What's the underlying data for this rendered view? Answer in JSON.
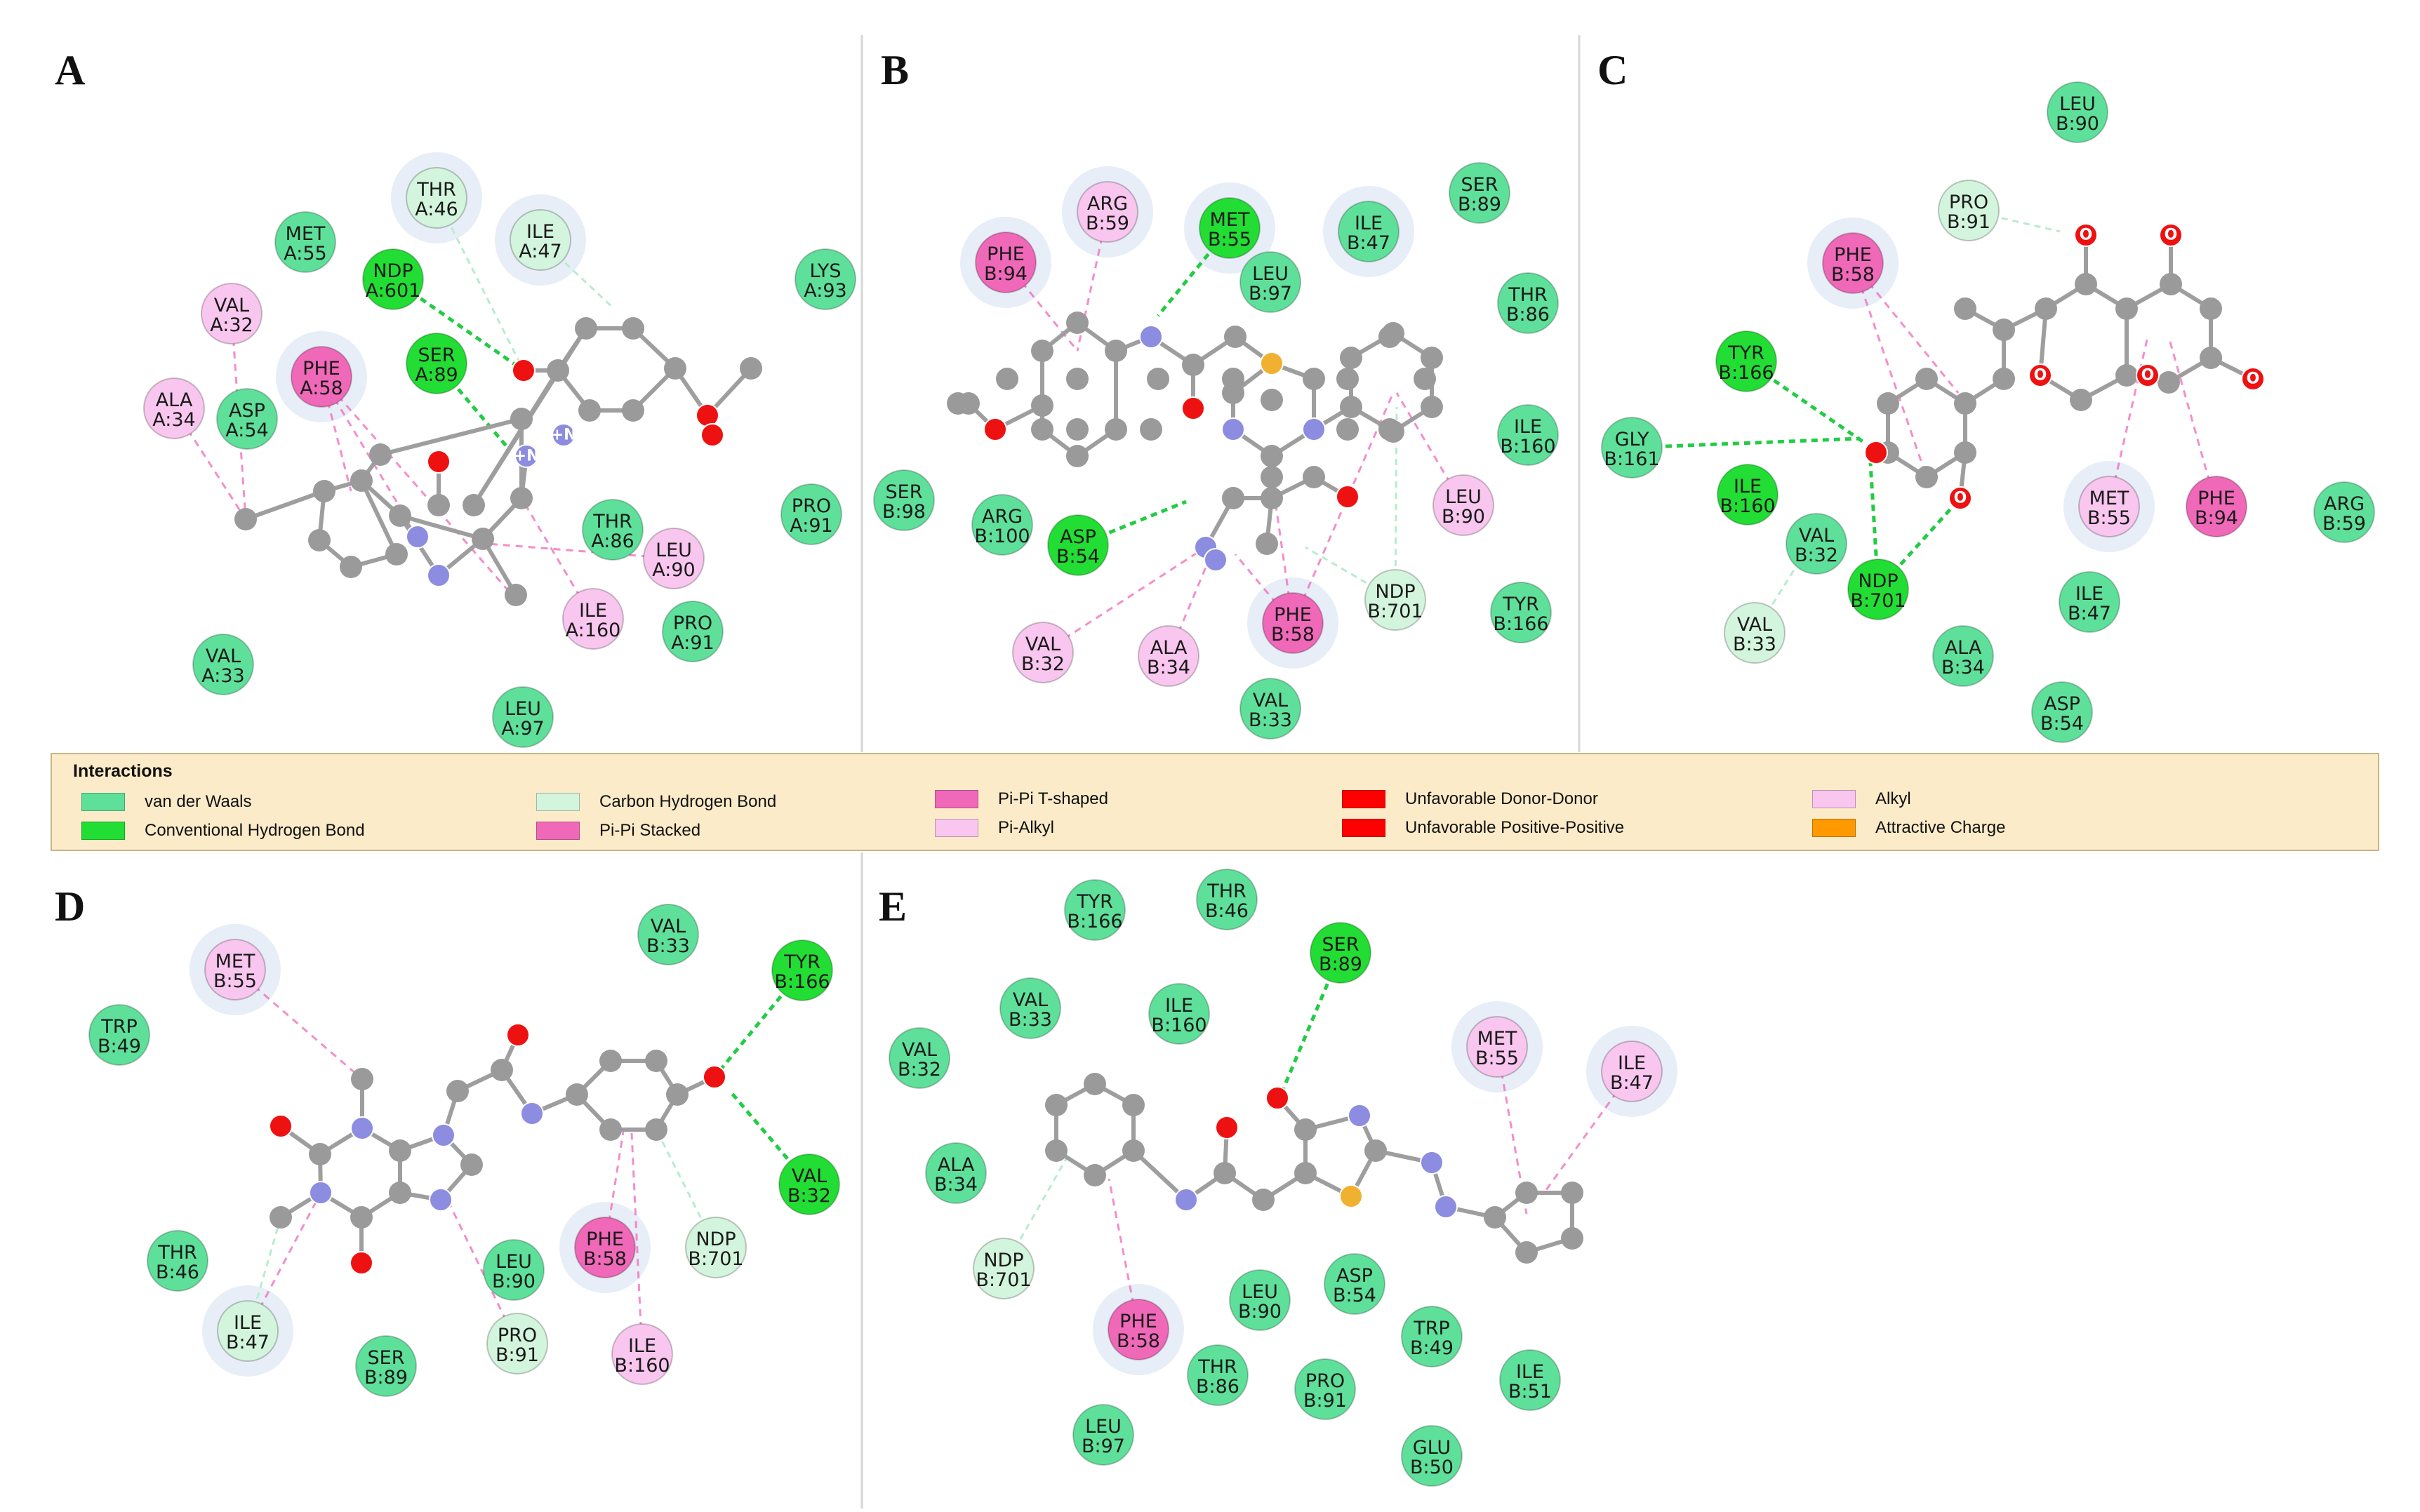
{
  "panels": [
    {
      "label": "A",
      "residues": [
        {
          "name": "THR",
          "id": "A:46",
          "type": "carbon_h"
        },
        {
          "name": "ILE",
          "id": "A:47",
          "type": "carbon_h"
        },
        {
          "name": "MET",
          "id": "A:55",
          "type": "vdw"
        },
        {
          "name": "NDP",
          "id": "A:601",
          "type": "conv_h"
        },
        {
          "name": "LYS",
          "id": "A:93",
          "type": "vdw"
        },
        {
          "name": "VAL",
          "id": "A:32",
          "type": "alkyl"
        },
        {
          "name": "SER",
          "id": "A:89",
          "type": "conv_h"
        },
        {
          "name": "PHE",
          "id": "A:58",
          "type": "pi_t"
        },
        {
          "name": "ALA",
          "id": "A:34",
          "type": "alkyl"
        },
        {
          "name": "ASP",
          "id": "A:54",
          "type": "vdw"
        },
        {
          "name": "PRO",
          "id": "A:91",
          "type": "vdw"
        },
        {
          "name": "THR",
          "id": "A:86",
          "type": "vdw"
        },
        {
          "name": "LEU",
          "id": "A:90",
          "type": "alkyl"
        },
        {
          "name": "ILE",
          "id": "A:160",
          "type": "alkyl"
        },
        {
          "name": "PRO",
          "id": "A:91",
          "type": "vdw"
        },
        {
          "name": "VAL",
          "id": "A:33",
          "type": "vdw"
        },
        {
          "name": "LEU",
          "id": "A:97",
          "type": "vdw"
        }
      ],
      "atoms": [
        {
          "element": "O",
          "text": ""
        },
        {
          "element": "N",
          "text": "+N"
        },
        {
          "element": "N",
          "text": "+N"
        },
        {
          "element": "O",
          "text": ""
        },
        {
          "element": "O",
          "text": ""
        },
        {
          "element": "N",
          "text": ""
        },
        {
          "element": "O",
          "text": ""
        },
        {
          "element": "N",
          "text": ""
        },
        {
          "element": "N",
          "text": ""
        }
      ]
    },
    {
      "label": "B",
      "residues": [
        {
          "name": "ARG",
          "id": "B:59",
          "type": "alkyl"
        },
        {
          "name": "MET",
          "id": "B:55",
          "type": "conv_h"
        },
        {
          "name": "PHE",
          "id": "B:94",
          "type": "pi_t"
        },
        {
          "name": "ILE",
          "id": "B:47",
          "type": "vdw"
        },
        {
          "name": "SER",
          "id": "B:89",
          "type": "vdw"
        },
        {
          "name": "LEU",
          "id": "B:97",
          "type": "vdw"
        },
        {
          "name": "THR",
          "id": "B:86",
          "type": "vdw"
        },
        {
          "name": "ILE",
          "id": "B:160",
          "type": "vdw"
        },
        {
          "name": "SER",
          "id": "B:98",
          "type": "vdw"
        },
        {
          "name": "ARG",
          "id": "B:100",
          "type": "vdw"
        },
        {
          "name": "ASP",
          "id": "B:54",
          "type": "conv_h"
        },
        {
          "name": "LEU",
          "id": "B:90",
          "type": "alkyl"
        },
        {
          "name": "NDP",
          "id": "B:701",
          "type": "carbon_h"
        },
        {
          "name": "TYR",
          "id": "B:166",
          "type": "vdw"
        },
        {
          "name": "VAL",
          "id": "B:32",
          "type": "alkyl"
        },
        {
          "name": "ALA",
          "id": "B:34",
          "type": "alkyl"
        },
        {
          "name": "PHE",
          "id": "B:58",
          "type": "pi_t"
        },
        {
          "name": "VAL",
          "id": "B:33",
          "type": "vdw"
        }
      ],
      "atoms": [
        {
          "element": "N",
          "text": ""
        },
        {
          "element": "S",
          "text": ""
        },
        {
          "element": "O",
          "text": ""
        },
        {
          "element": "O",
          "text": ""
        },
        {
          "element": "N",
          "text": ""
        },
        {
          "element": "N",
          "text": ""
        },
        {
          "element": "N",
          "text": ""
        },
        {
          "element": "N",
          "text": ""
        },
        {
          "element": "O",
          "text": ""
        }
      ]
    },
    {
      "label": "C",
      "residues": [
        {
          "name": "LEU",
          "id": "B:90",
          "type": "vdw"
        },
        {
          "name": "PRO",
          "id": "B:91",
          "type": "carbon_h"
        },
        {
          "name": "PHE",
          "id": "B:58",
          "type": "pi_t"
        },
        {
          "name": "TYR",
          "id": "B:166",
          "type": "conv_h"
        },
        {
          "name": "GLY",
          "id": "B:161",
          "type": "vdw"
        },
        {
          "name": "ILE",
          "id": "B:160",
          "type": "conv_h"
        },
        {
          "name": "VAL",
          "id": "B:32",
          "type": "vdw"
        },
        {
          "name": "NDP",
          "id": "B:701",
          "type": "conv_h"
        },
        {
          "name": "VAL",
          "id": "B:33",
          "type": "carbon_h"
        },
        {
          "name": "MET",
          "id": "B:55",
          "type": "alkyl"
        },
        {
          "name": "PHE",
          "id": "B:94",
          "type": "pi_t"
        },
        {
          "name": "ARG",
          "id": "B:59",
          "type": "vdw"
        },
        {
          "name": "ILE",
          "id": "B:47",
          "type": "vdw"
        },
        {
          "name": "ALA",
          "id": "B:34",
          "type": "vdw"
        },
        {
          "name": "ASP",
          "id": "B:54",
          "type": "vdw"
        }
      ],
      "atoms": [
        {
          "element": "O",
          "text": "O"
        },
        {
          "element": "O",
          "text": "O"
        },
        {
          "element": "O",
          "text": ""
        },
        {
          "element": "O",
          "text": "O"
        },
        {
          "element": "O",
          "text": "O"
        },
        {
          "element": "O",
          "text": "O"
        },
        {
          "element": "O",
          "text": "O"
        }
      ]
    },
    {
      "label": "D",
      "residues": [
        {
          "name": "MET",
          "id": "B:55",
          "type": "alkyl"
        },
        {
          "name": "VAL",
          "id": "B:33",
          "type": "vdw"
        },
        {
          "name": "TYR",
          "id": "B:166",
          "type": "conv_h"
        },
        {
          "name": "TRP",
          "id": "B:49",
          "type": "vdw"
        },
        {
          "name": "VAL",
          "id": "B:32",
          "type": "conv_h"
        },
        {
          "name": "THR",
          "id": "B:46",
          "type": "vdw"
        },
        {
          "name": "LEU",
          "id": "B:90",
          "type": "vdw"
        },
        {
          "name": "PHE",
          "id": "B:58",
          "type": "pi_t"
        },
        {
          "name": "NDP",
          "id": "B:701",
          "type": "carbon_h"
        },
        {
          "name": "ILE",
          "id": "B:47",
          "type": "carbon_h"
        },
        {
          "name": "SER",
          "id": "B:89",
          "type": "vdw"
        },
        {
          "name": "PRO",
          "id": "B:91",
          "type": "carbon_h"
        },
        {
          "name": "ILE",
          "id": "B:160",
          "type": "alkyl"
        }
      ],
      "atoms": [
        {
          "element": "O",
          "text": ""
        },
        {
          "element": "O",
          "text": ""
        },
        {
          "element": "N",
          "text": ""
        },
        {
          "element": "N",
          "text": ""
        },
        {
          "element": "N",
          "text": ""
        },
        {
          "element": "O",
          "text": ""
        },
        {
          "element": "N",
          "text": ""
        },
        {
          "element": "N",
          "text": ""
        },
        {
          "element": "O",
          "text": ""
        }
      ]
    },
    {
      "label": "E",
      "residues": [
        {
          "name": "TYR",
          "id": "B:166",
          "type": "vdw"
        },
        {
          "name": "THR",
          "id": "B:46",
          "type": "vdw"
        },
        {
          "name": "SER",
          "id": "B:89",
          "type": "conv_h"
        },
        {
          "name": "VAL",
          "id": "B:33",
          "type": "vdw"
        },
        {
          "name": "ILE",
          "id": "B:160",
          "type": "vdw"
        },
        {
          "name": "VAL",
          "id": "B:32",
          "type": "vdw"
        },
        {
          "name": "MET",
          "id": "B:55",
          "type": "alkyl"
        },
        {
          "name": "ILE",
          "id": "B:47",
          "type": "alkyl"
        },
        {
          "name": "ALA",
          "id": "B:34",
          "type": "vdw"
        },
        {
          "name": "NDP",
          "id": "B:701",
          "type": "carbon_h"
        },
        {
          "name": "LEU",
          "id": "B:90",
          "type": "vdw"
        },
        {
          "name": "ASP",
          "id": "B:54",
          "type": "vdw"
        },
        {
          "name": "PHE",
          "id": "B:58",
          "type": "pi_t"
        },
        {
          "name": "TRP",
          "id": "B:49",
          "type": "vdw"
        },
        {
          "name": "THR",
          "id": "B:86",
          "type": "vdw"
        },
        {
          "name": "PRO",
          "id": "B:91",
          "type": "vdw"
        },
        {
          "name": "ILE",
          "id": "B:51",
          "type": "vdw"
        },
        {
          "name": "LEU",
          "id": "B:97",
          "type": "vdw"
        },
        {
          "name": "GLU",
          "id": "B:50",
          "type": "vdw"
        }
      ],
      "atoms": [
        {
          "element": "O",
          "text": ""
        },
        {
          "element": "O",
          "text": ""
        },
        {
          "element": "N",
          "text": ""
        },
        {
          "element": "N",
          "text": ""
        },
        {
          "element": "S",
          "text": ""
        },
        {
          "element": "N",
          "text": ""
        },
        {
          "element": "N",
          "text": ""
        }
      ]
    }
  ],
  "legend": {
    "title": "Interactions",
    "items": [
      {
        "key": "vdw",
        "label": "van der Waals",
        "color": "#5ee09a"
      },
      {
        "key": "conv_h",
        "label": "Conventional Hydrogen Bond",
        "color": "#22dd33"
      },
      {
        "key": "carbon_h",
        "label": "Carbon Hydrogen Bond",
        "color": "#d4f5dd"
      },
      {
        "key": "pi_stacked",
        "label": "Pi-Pi Stacked",
        "color": "#f068b8"
      },
      {
        "key": "pi_t",
        "label": "Pi-Pi T-shaped",
        "color": "#f068b8"
      },
      {
        "key": "pi_alkyl",
        "label": "Pi-Alkyl",
        "color": "#f8c6ee"
      },
      {
        "key": "donor_donor",
        "label": "Unfavorable Donor-Donor",
        "color": "#ff0000"
      },
      {
        "key": "pos_pos",
        "label": "Unfavorable Positive-Positive",
        "color": "#ff0000"
      },
      {
        "key": "alkyl",
        "label": "Alkyl",
        "color": "#f8c6ee"
      },
      {
        "key": "charge",
        "label": "Attractive Charge",
        "color": "#ff9900"
      }
    ]
  },
  "colors": {
    "vdw": "#5ee09a",
    "conv_h": "#22dd33",
    "carbon_h": "#d4f5dd",
    "pi_t": "#f068b8",
    "alkyl": "#f8c6ee",
    "carbon": "#9a9a9a",
    "oxygen": "#ee1111",
    "nitrogen": "#8c8ce0",
    "sulfur": "#f0b030",
    "hbond_line": "#22cc44",
    "pi_line": "#f068b8",
    "alkyl_line": "#f3b8e4",
    "ch_line": "#b7ecd0"
  }
}
